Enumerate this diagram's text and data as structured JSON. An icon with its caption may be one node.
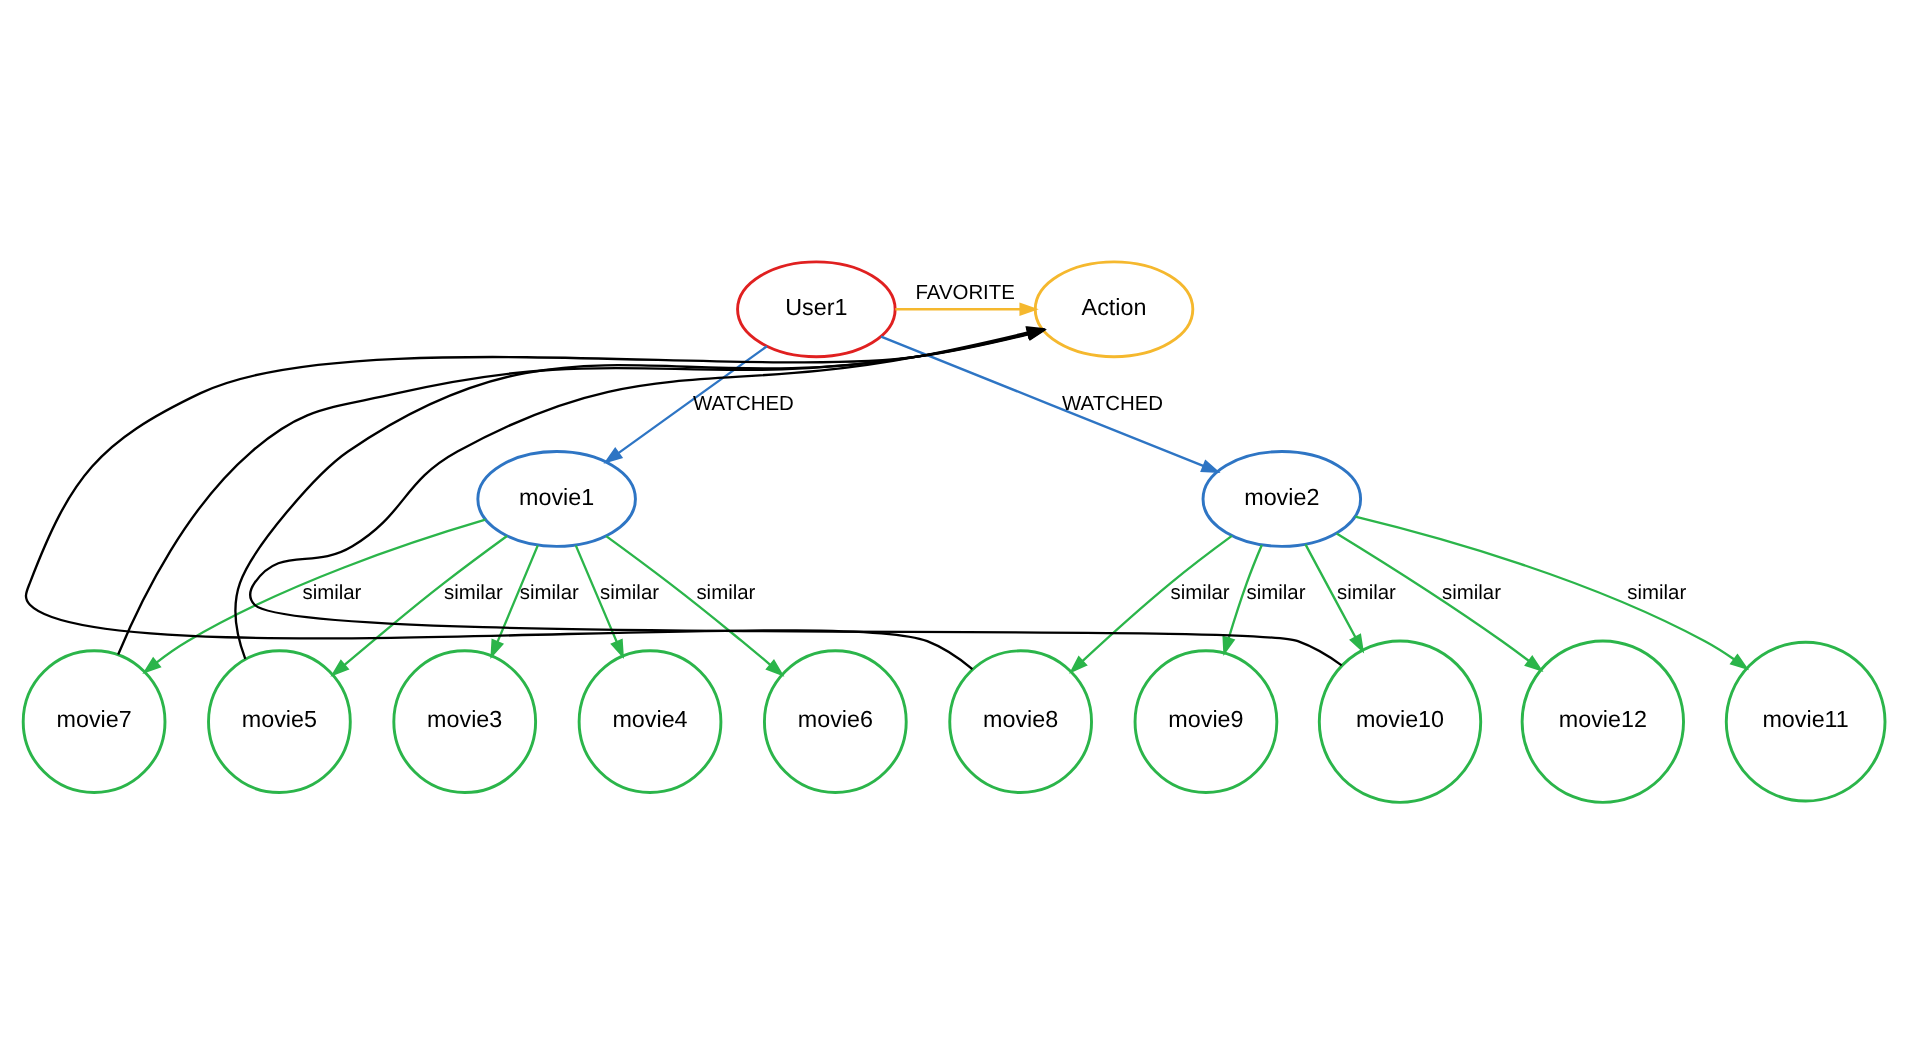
{
  "diagram": {
    "nodes": [
      {
        "text": [
          "Action"
        ]
      },
      {
        "text": [
          "User1"
        ]
      },
      {
        "text": [
          "movie1"
        ]
      },
      {
        "text": [
          "movie3"
        ]
      },
      {
        "text": [
          "movie8"
        ]
      },
      {
        "text": [
          "movie2"
        ]
      },
      {
        "text": [
          "movie4"
        ]
      },
      {
        "text": [
          "movie9"
        ]
      },
      {
        "text": [
          "movie7"
        ]
      },
      {
        "text": [
          "movie12"
        ]
      },
      {
        "text": [
          "movie6"
        ]
      },
      {
        "text": [
          "movie5"
        ]
      },
      {
        "text": [
          "movie10"
        ]
      },
      {
        "text": [
          "movie11"
        ]
      }
    ],
    "edges": [
      {
        "from": 1,
        "to": 0,
        "arrow": "to",
        "label": "FAVORITE",
        "color": "#f5b82e"
      },
      {
        "from": 1,
        "to": 5,
        "arrow": "to",
        "label": "WATCHED",
        "color": "#2e75c4"
      },
      {
        "from": 1,
        "to": 2,
        "arrow": "to",
        "label": "WATCHED",
        "color": "#2e75c4"
      },
      {
        "from": 2,
        "to": 3,
        "arrow": "to",
        "label": "similar"
      },
      {
        "from": 2,
        "to": 6,
        "arrow": "to",
        "label": "similar"
      },
      {
        "from": 2,
        "to": 11,
        "arrow": "to",
        "label": "similar"
      },
      {
        "from": 2,
        "to": 10,
        "arrow": "to",
        "label": "similar"
      },
      {
        "from": 2,
        "to": 8,
        "arrow": "to",
        "label": "similar"
      },
      {
        "from": 5,
        "to": 4,
        "arrow": "to",
        "label": "similar"
      },
      {
        "from": 5,
        "to": 7,
        "arrow": "to",
        "label": "similar"
      },
      {
        "from": 5,
        "to": 12,
        "arrow": "to",
        "label": "similar"
      },
      {
        "from": 5,
        "to": 13,
        "arrow": "to",
        "label": "similar"
      },
      {
        "from": 5,
        "to": 9,
        "arrow": "to",
        "label": "similar"
      },
      {
        "from": 4,
        "to": 0,
        "arrow": "to",
        "color": "#000000"
      },
      {
        "from": 12,
        "to": 0,
        "arrow": "to",
        "color": "#000000"
      },
      {
        "from": 8,
        "to": 0,
        "arrow": "to",
        "color": "#000000"
      },
      {
        "from": 11,
        "to": 0,
        "arrow": "to",
        "color": "#000000"
      }
    ]
  }
}
